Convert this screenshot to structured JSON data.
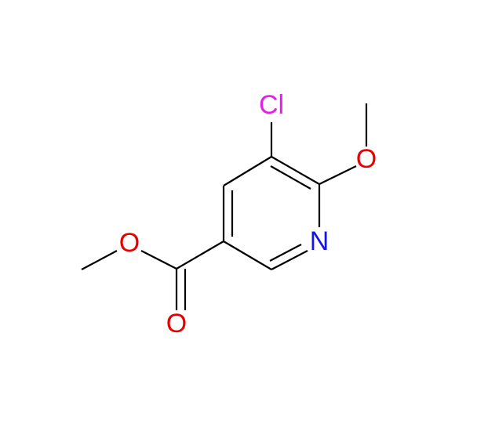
{
  "atom_labels": {
    "cl": "Cl",
    "o_methoxy": "O",
    "n_ring": "N",
    "o_ester": "O",
    "o_carbonyl": "O"
  },
  "colors": {
    "bond": "#000000",
    "chlorine": "#e61ee6",
    "nitrogen": "#1414e6",
    "oxygen": "#e60000"
  }
}
